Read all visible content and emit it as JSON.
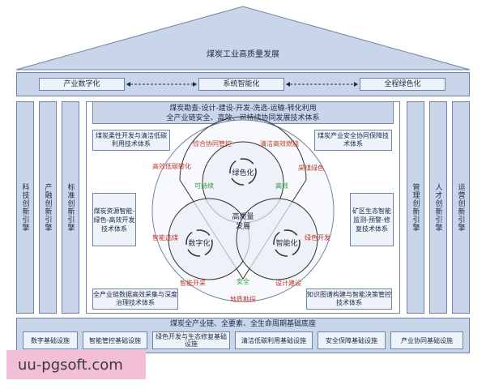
{
  "roof_title": "煤炭工业高质量发展",
  "top_row": [
    "产业数字化",
    "系统智能化",
    "全程绿色化"
  ],
  "banner": {
    "line1": "煤炭勘查-设计-建设-开发-洗选-运输-转化利用",
    "line2": "全产业链安全、高效、可持续协同发展技术体系"
  },
  "left_pillars": [
    "科技创新引擎",
    "产融创新引擎",
    "标准创新引擎"
  ],
  "right_pillars": [
    "管理创新引擎",
    "人才创新引擎",
    "运营创新引擎"
  ],
  "inner_boxes": {
    "top_left": "煤炭柔性开发与清洁低碳利用技术体系",
    "top_right": "煤炭产业安全协同保障技术体系",
    "mid_left": "煤炭资源智能-绿色-高效开发技术体系",
    "mid_right": "矿区生态智能监测-预警-修复技术体系",
    "bottom_left": "全产业链数据高效采集与深度治理技术体系",
    "bottom_right": "知识图谱构建与智能决策管控技术体系"
  },
  "venn": {
    "center": "高质量发展",
    "circles": [
      "绿色化",
      "数字化",
      "智能化"
    ],
    "outer_labels": {
      "top_left": "高效低碳转化",
      "top": "综合协同管控",
      "top_right": "清洁高效燃烧",
      "right_top": "采煤绿色",
      "right": "绿色开发",
      "bottom_right": "设计建设",
      "bottom": "地质勘探",
      "bottom_left": "智能开采",
      "left": "智能选煤"
    },
    "inner_labels": {
      "left": "可持续",
      "right": "高效",
      "bottom": "安全"
    }
  },
  "foundation": {
    "title": "煤炭全产业链、全要素、全生命周期基础底座",
    "items": [
      "数字基础设施",
      "智能管控基础设施",
      "绿色开发与生态修复基础设施",
      "清洁低碳利用基础设施",
      "安全保障基础设施",
      "产业协同基础设施"
    ]
  },
  "watermark_text": "uu-pgsoft.com",
  "colors": {
    "panel": "#c9d6ea",
    "tile": "#eef3fa",
    "border": "#6f84a8",
    "venn_fill": "#e9eef6",
    "label_red": "#c0392b",
    "label_green": "#2e9e3e"
  }
}
